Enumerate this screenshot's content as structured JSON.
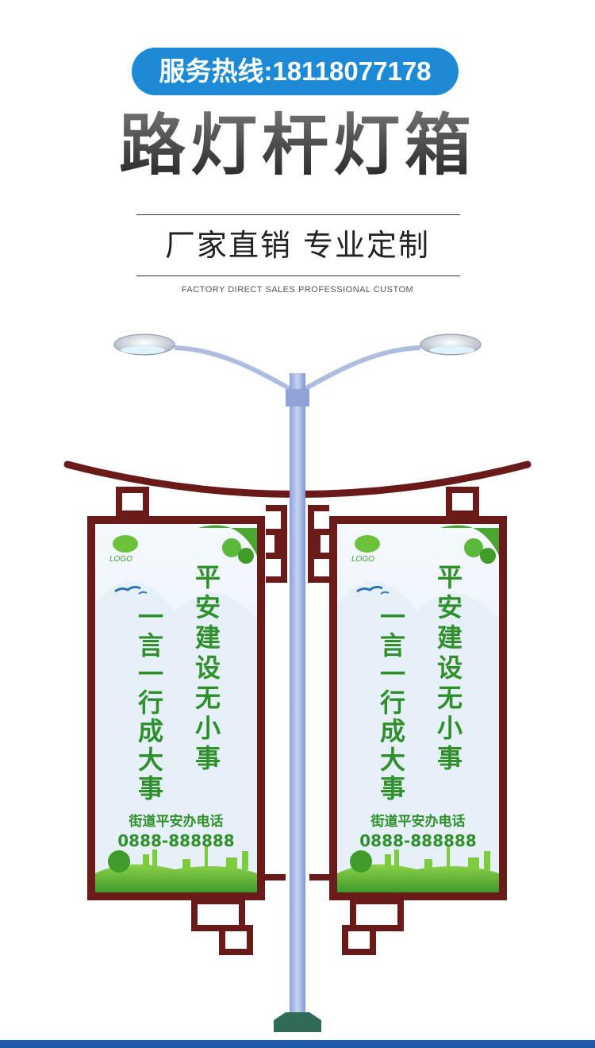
{
  "header": {
    "hotline": "服务热线:18118077178",
    "title": "路灯杆灯箱",
    "slogan": "厂家直销 专业定制",
    "subline": "FACTORY DIRECT SALES PROFESSIONAL CUSTOM"
  },
  "poster": {
    "logo": "LOGO",
    "line_right": [
      "平",
      "安",
      "建",
      "设",
      "无",
      "小",
      "事"
    ],
    "line_left": [
      "一",
      "言",
      "一",
      "行",
      "成",
      "大",
      "事"
    ],
    "phone_label": "街道平安办电话",
    "phone_number": "0888-888888"
  },
  "colors": {
    "accent": "#1c8ad6",
    "frame": "#6b1a1a",
    "poster_text": "#2f8f2a",
    "pole": "#9fb4e6",
    "bottom_bar": "#1f5aa8"
  }
}
